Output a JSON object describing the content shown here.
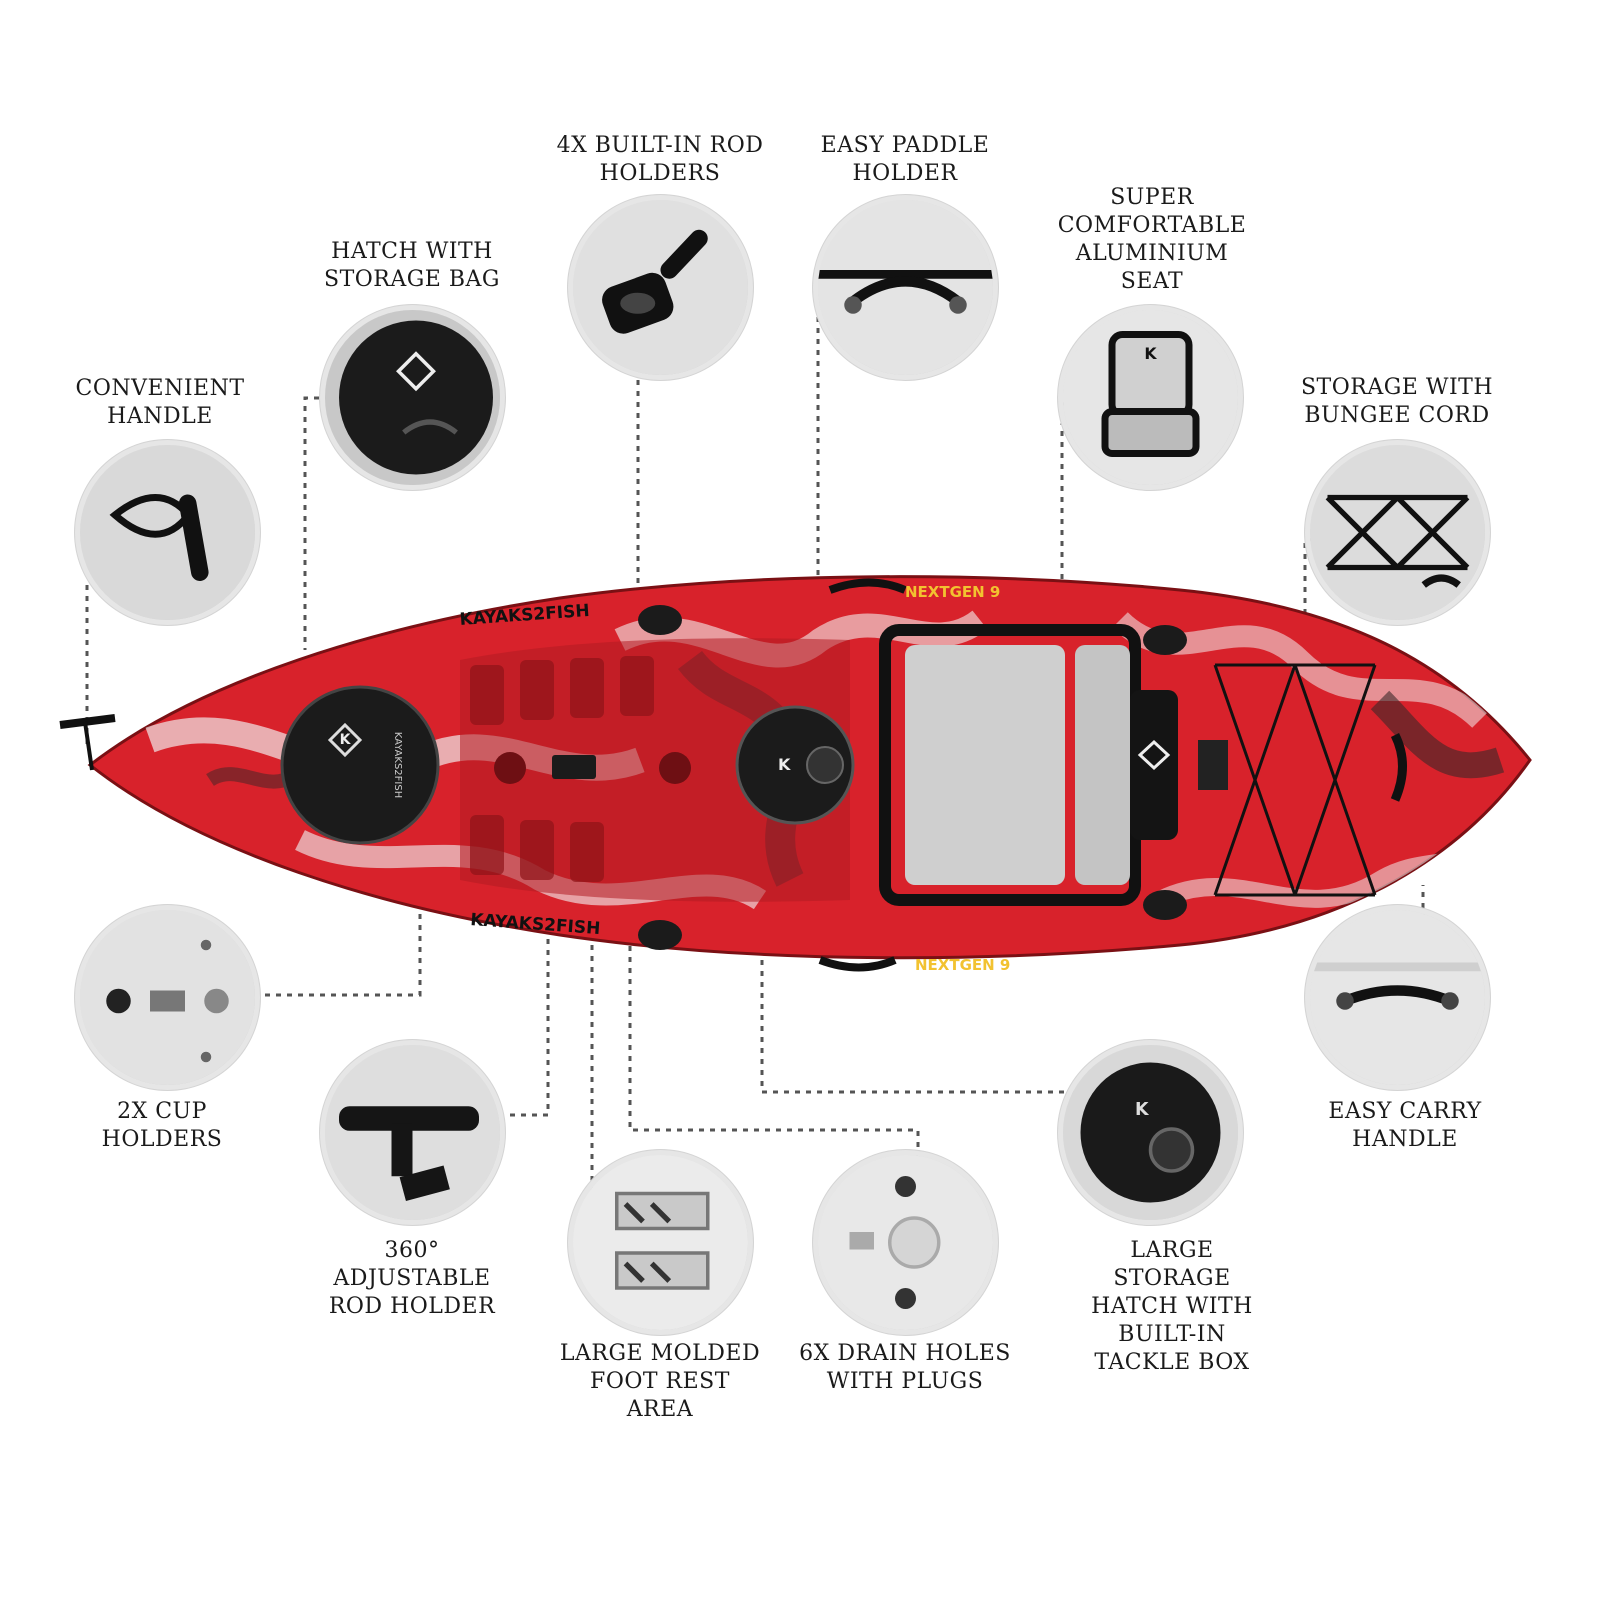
{
  "features": [
    {
      "id": "convenient-handle",
      "label": "CONVENIENT\nHANDLE",
      "icon": "bow-handle-icon"
    },
    {
      "id": "hatch-storage-bag",
      "label": "HATCH WITH\nSTORAGE BAG",
      "icon": "round-hatch-icon"
    },
    {
      "id": "rod-holders",
      "label": "4X BUILT-IN ROD\nHOLDERS",
      "icon": "flush-rod-holder-icon"
    },
    {
      "id": "paddle-holder",
      "label": "EASY PADDLE\nHOLDER",
      "icon": "paddle-clip-icon"
    },
    {
      "id": "aluminium-seat",
      "label": "SUPER\nCOMFORTABLE\nALUMINIUM\nSEAT",
      "icon": "seat-icon"
    },
    {
      "id": "bungee-storage",
      "label": "STORAGE WITH\nBUNGEE CORD",
      "icon": "bungee-icon"
    },
    {
      "id": "cup-holders",
      "label": "2X CUP\nHOLDERS",
      "icon": "cup-holder-icon"
    },
    {
      "id": "adjustable-rod-holder",
      "label": "360°\nADJUSTABLE\nROD HOLDER",
      "icon": "swivel-rod-holder-icon"
    },
    {
      "id": "foot-rest",
      "label": "LARGE MOLDED\nFOOT REST\nAREA",
      "icon": "foot-rest-icon"
    },
    {
      "id": "drain-holes",
      "label": "6X DRAIN HOLES\nWITH PLUGS",
      "icon": "drain-plug-icon"
    },
    {
      "id": "storage-hatch",
      "label": "LARGE\nSTORAGE\nHATCH WITH\nBUILT-IN\nTACKLE BOX",
      "icon": "large-hatch-icon"
    },
    {
      "id": "carry-handle",
      "label": "EASY CARRY\nHANDLE",
      "icon": "carry-handle-icon"
    }
  ],
  "kayak": {
    "brand": "KAYAKS2FISH",
    "model": "NEXTGEN 9",
    "hatch_logo": "KAYAKS2FISH",
    "colors": {
      "hull": "#d8222b",
      "hull_dark": "#8e1418",
      "swirl": "#f2f2f2",
      "black": "#1b1b1b",
      "brand_yellow": "#f2c230"
    }
  }
}
